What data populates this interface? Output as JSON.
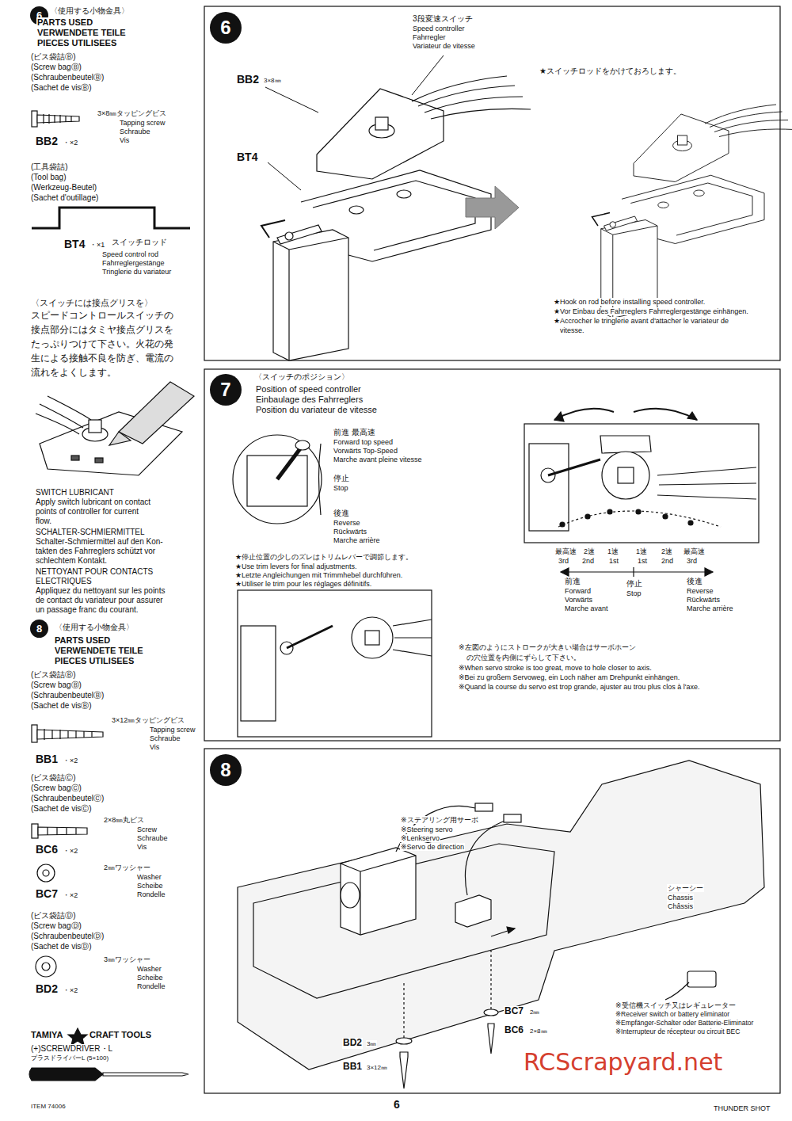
{
  "diagram": {
    "nodes": [
      {
        "text": [
          "6"
        ]
      },
      {
        "text": [
          "8"
        ]
      },
      {
        "text": [
          "6"
        ]
      },
      {
        "text": [
          "7"
        ]
      },
      {
        "text": [
          "8"
        ]
      }
    ],
    "labels": [
      "〈使用する小物金具〉",
      "PARTS USED",
      "VERWENDETE TEILE",
      "PIECES UTILISEES",
      "(ビス袋詰Ⓑ)",
      "(Screw bagⒷ)",
      "(SchraubenbeutelⒷ)",
      "(Sachet de visⒷ)",
      "3×8㎜タッピングビス",
      "Tapping screw",
      "Schraube",
      "Vis",
      "BB2",
      "・×2",
      "(工具袋詰)",
      "(Tool bag)",
      "(Werkzeug-Beutel)",
      "(Sachet d'outillage)",
      "BT4",
      "・×1",
      "スイッチロッド",
      "Speed control rod",
      "Fahrreglergestänge",
      "Tringlerie du variateur",
      "〈スイッチには接点グリスを〉",
      "スピードコントロールスイッチの",
      "接点部分にはタミヤ接点グリスを",
      "たっぷりつけて下さい。火花の発",
      "生による接触不良を防ぎ、電流の",
      "流れをよくします。",
      "SWITCH LUBRICANT",
      "Apply switch lubricant on contact",
      "points of controller for current",
      "flow.",
      "SCHALTER-SCHMIERMITTEL",
      "Schalter-Schmiermittel auf den Kon-",
      "takten des Fahrreglers schützt vor",
      "schlechtem Kontakt.",
      "NETTOYANT POUR CONTACTS",
      "ELECTRIQUES",
      "Appliquez du nettoyant sur les points",
      "de contact du variateur pour assurer",
      "un passage franc du courant.",
      "〈使用する小物金具〉",
      "PARTS USED",
      "VERWENDETE TEILE",
      "PIECES UTILISEES",
      "(ビス袋詰Ⓑ)",
      "(Screw bagⒷ)",
      "(SchraubenbeutelⒷ)",
      "(Sachet de visⒷ)",
      "3×12㎜タッピングビス",
      "Tapping screw",
      "Schraube",
      "Vis",
      "BB1",
      "・×2",
      "(ビス袋詰Ⓒ)",
      "(Screw bagⒸ)",
      "(SchraubenbeutelⒸ)",
      "(Sachet de visⒸ)",
      "2×8㎜丸ビス",
      "Screw",
      "Schraube",
      "Vis",
      "BC6",
      "・×2",
      "2㎜ワッシャー",
      "Washer",
      "Scheibe",
      "Rondelle",
      "BC7",
      "・×2",
      "(ビス袋詰Ⓓ)",
      "(Screw bagⒹ)",
      "(SchraubenbeutelⒹ)",
      "(Sachet de visⒹ)",
      "3㎜ワッシャー",
      "Washer",
      "Scheibe",
      "Rondelle",
      "BD2",
      "・×2",
      "TAMIYA",
      "CRAFT TOOLS",
      "(+)SCREWDRIVER・L",
      "プラスドライバーL (5×100)",
      "ITEM 74006",
      "3段変速スイッチ",
      "Speed controller",
      "Fahrregler",
      "Variateur de vitesse",
      "BB2",
      "3×8㎜",
      "BT4",
      "★スイッチロッドをかけておろします。",
      "★Hook on rod before installing speed controller.",
      "★Vor Einbau des Fahrreglers Fahrreglergestänge einhängen.",
      "★Accrocher le tringlerie avant d'attacher le variateur de",
      "vitesse.",
      "〈スイッチのポジション〉",
      "Position of speed controller",
      "Einbaulage des Fahrreglers",
      "Position du variateur de vitesse",
      "前進 最高速",
      "Forward top speed",
      "Vorwärts Top-Speed",
      "Marche avant pleine vitesse",
      "停止",
      "Stop",
      "後進",
      "Reverse",
      "Rückwärts",
      "Marche arrière",
      "★停止位置の少しのズレはトリムレバーで調節します。",
      "★Use trim levers for final adjustments.",
      "★Letzte Angleichungen mit Trimmhebel durchführen.",
      "★Utiliser le trim pour les réglages définitifs.",
      "最高速",
      "3rd",
      "2速",
      "2nd",
      "1速",
      "1st",
      "1速",
      "1st",
      "2速",
      "2nd",
      "最高速",
      "3rd",
      "前進",
      "Forward",
      "Vorwärts",
      "Marche avant",
      "停止",
      "Stop",
      "後進",
      "Reverse",
      "Rückwärts",
      "Marche arrière",
      "※左図のようにストロークが大きい場合はサーボホーン",
      "の穴位置を内側にずらして下さい。",
      "※When servo stroke is too great, move to hole closer to axis.",
      "※Bei zu großem Servoweg, ein Loch näher am Drehpunkt einhängen.",
      "※Quand la course du servo est trop grande, ajuster au trou plus clos à l'axe.",
      "※ステアリング用サーボ",
      "※Steering servo",
      "※Lenkservo",
      "※Servo de direction",
      "シャーシー",
      "Chassis",
      "Châssis",
      "※受信機スイッチ又はレギュレーター",
      "※Receiver switch or battery eliminator",
      "※Empfänger-Schalter oder Batterie-Eliminator",
      "※Interrupteur de récepteur ou circuit BEC",
      "BC7",
      "2㎜",
      "BC6",
      "2×8㎜",
      "BD2",
      "3㎜",
      "BB1",
      "3×12㎜",
      "6",
      "THUNDER SHOT",
      "RCScrapyard.net"
    ]
  }
}
